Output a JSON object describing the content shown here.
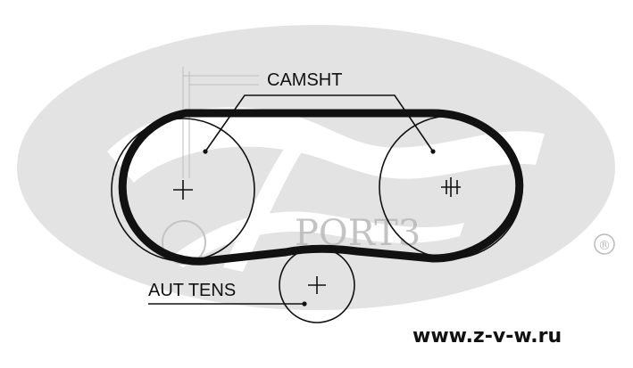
{
  "labels": {
    "camshaft": "CAMSHT",
    "tensioner": "AUT TENS"
  },
  "watermark": {
    "brand_text": "PORT3",
    "registered_mark": "®"
  },
  "footer": {
    "url": "www.z-v-w.ru"
  },
  "colors": {
    "ink": "#111111",
    "watermark": "#dcdcdc",
    "background": "#ffffff"
  }
}
